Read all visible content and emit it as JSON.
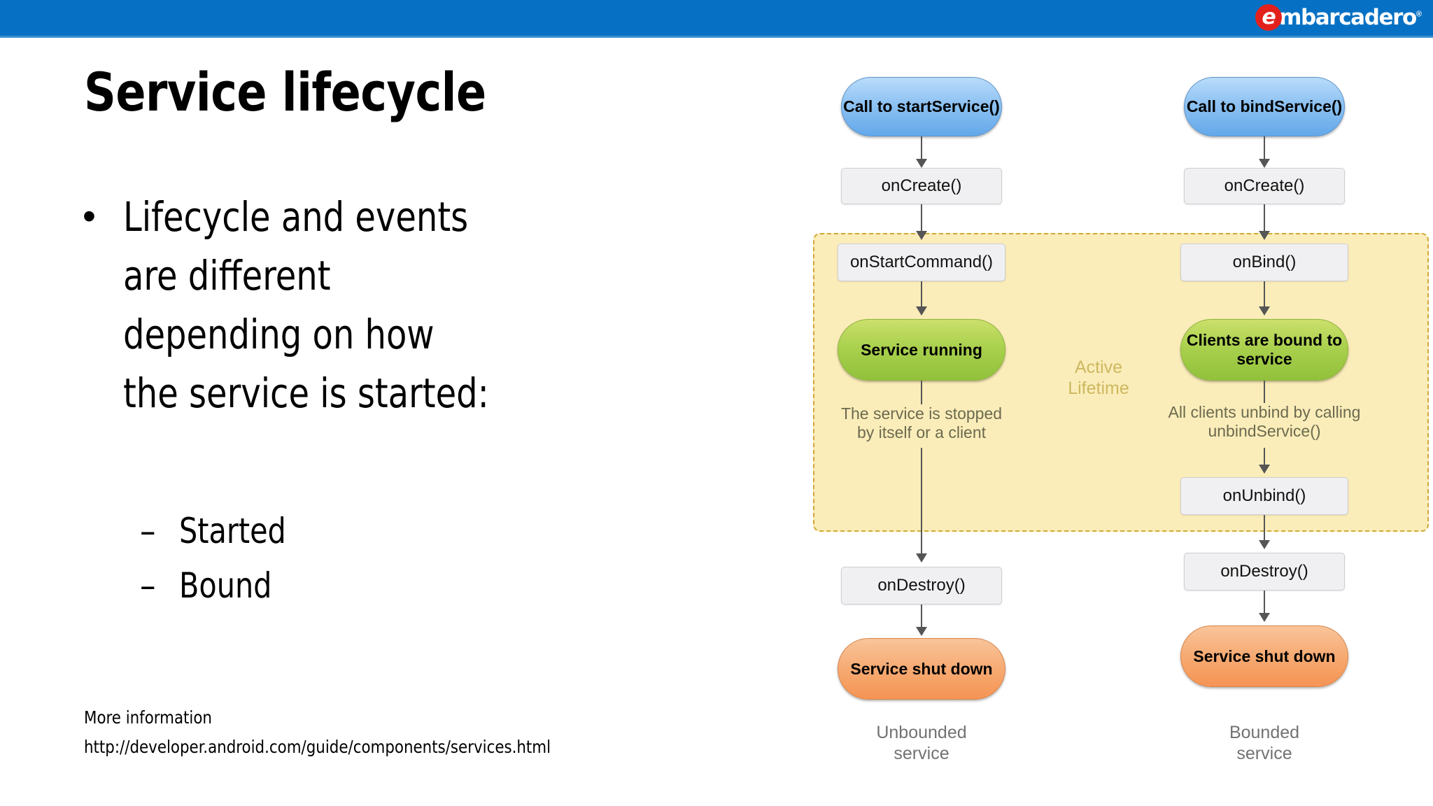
{
  "brand": {
    "logo_letter": "e",
    "logo_word": "mbarcadero",
    "registered_mark": "®",
    "bar_color": "#0671c4",
    "logo_circle_color": "#e2211c"
  },
  "slide": {
    "title": "Service lifecycle",
    "bullet_marker": "•",
    "bullet_text": "Lifecycle and events\nare different\ndepending on how\nthe service is started:",
    "sub_bullets": [
      {
        "dash": "–",
        "label": "Started"
      },
      {
        "dash": "–",
        "label": "Bound"
      }
    ],
    "footnote_line1": "More information",
    "footnote_line2": "http://developer.android.com/guide/components/services.html"
  },
  "diagram": {
    "active_region_label": "Active\nLifetime",
    "active_region_fill": "#fbedb9",
    "active_region_border": "#cfa836",
    "left_column": {
      "caption": "Unbounded\nservice",
      "nodes": [
        {
          "id": "call-start-service",
          "label": "Call to\nstartService()",
          "style": "blue-pill"
        },
        {
          "id": "on-create-left",
          "label": "onCreate()",
          "style": "gray-rect"
        },
        {
          "id": "on-start-command",
          "label": "onStartCommand()",
          "style": "gray-rect"
        },
        {
          "id": "service-running",
          "label": "Service\nrunning",
          "style": "green-pill"
        },
        {
          "id": "on-destroy-left",
          "label": "onDestroy()",
          "style": "gray-rect"
        },
        {
          "id": "service-shut-down-left",
          "label": "Service\nshut down",
          "style": "orange-pill"
        }
      ],
      "note": "The service is stopped\nby itself or a client"
    },
    "right_column": {
      "caption": "Bounded\nservice",
      "nodes": [
        {
          "id": "call-bind-service",
          "label": "Call to\nbindService()",
          "style": "blue-pill"
        },
        {
          "id": "on-create-right",
          "label": "onCreate()",
          "style": "gray-rect"
        },
        {
          "id": "on-bind",
          "label": "onBind()",
          "style": "gray-rect"
        },
        {
          "id": "clients-bound",
          "label": "Clients are\nbound to\nservice",
          "style": "green-pill"
        },
        {
          "id": "on-unbind",
          "label": "onUnbind()",
          "style": "gray-rect"
        },
        {
          "id": "on-destroy-right",
          "label": "onDestroy()",
          "style": "gray-rect"
        },
        {
          "id": "service-shut-down-right",
          "label": "Service\nshut down",
          "style": "orange-pill"
        }
      ],
      "note": "All clients unbind by calling\nunbindService()"
    }
  }
}
